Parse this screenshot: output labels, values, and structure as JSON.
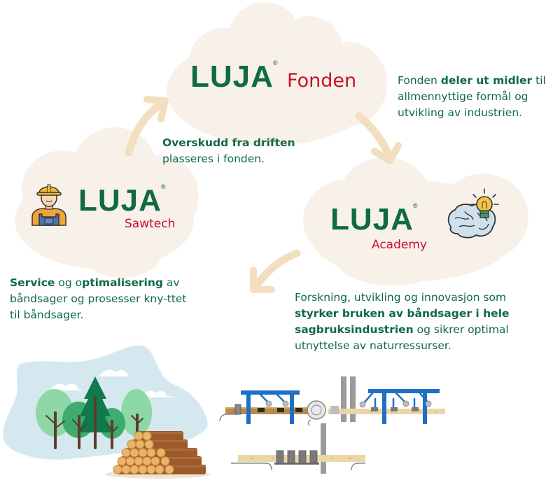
{
  "brand": {
    "name": "LUJA",
    "registered_mark": "®",
    "colors": {
      "brand_green": "#0f6a45",
      "accent_red": "#c8102e",
      "cloud_cream": "#f8f1ea",
      "arrow_tan": "#f1dfbf",
      "sky_blue": "#d6e8ef"
    }
  },
  "entities": {
    "fonden": {
      "logo": "LUJA",
      "name": "Fonden"
    },
    "sawtech": {
      "logo": "LUJA",
      "name": "Sawtech",
      "icon": "construction-worker-icon"
    },
    "academy": {
      "logo": "LUJA",
      "name": "Academy",
      "icon": "brain-lightbulb-icon"
    }
  },
  "captions": {
    "fonden": {
      "p1": "Fonden ",
      "b1": "deler ut midler",
      "p2": " til allmennyttige formål og utvikling av industrien."
    },
    "overskudd": {
      "b1": "Overskudd fra driften",
      "p1": " plasseres i fonden."
    },
    "sawtech": {
      "b1": "Service",
      "p1": " og o",
      "b2": "ptimalisering",
      "p2": " av båndsager og prosesser kny-ttet til båndsager."
    },
    "academy": {
      "p1": "Forskning, utvikling og innovasjon som ",
      "b1": "styrker bruken av båndsager i hele sagbruksindustrien",
      "p2": " og sikrer optimal utnyttelse av naturressurser."
    }
  },
  "illustrations": {
    "forest": "forest-and-log-pile-illustration",
    "sawmill": "sawmill-machinery-illustration"
  },
  "flow": [
    "Sawtech → Fonden",
    "Fonden → Academy",
    "Academy → Sawtech"
  ]
}
